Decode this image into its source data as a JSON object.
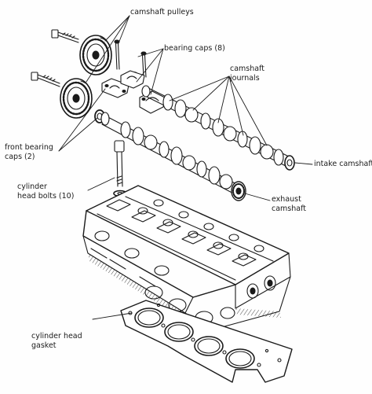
{
  "diagram": {
    "labels": {
      "camshaft_pulleys": "camshaft pulleys",
      "bearing_caps": "bearing caps (8)",
      "camshaft_journals_1": "camshaft",
      "camshaft_journals_2": "journals",
      "intake_camshaft": "intake camshaft",
      "front_bearing_caps_1": "front bearing",
      "front_bearing_caps_2": "caps (2)",
      "cylinder_head_bolts_1": "cylinder",
      "cylinder_head_bolts_2": "head bolts (10)",
      "exhaust_camshaft_1": "exhaust",
      "exhaust_camshaft_2": "camshaft",
      "cylinder_head_gasket_1": "cylinder head",
      "cylinder_head_gasket_2": "gasket"
    },
    "colors": {
      "ink": "#1a1a1a",
      "paper": "#fefefe"
    }
  }
}
